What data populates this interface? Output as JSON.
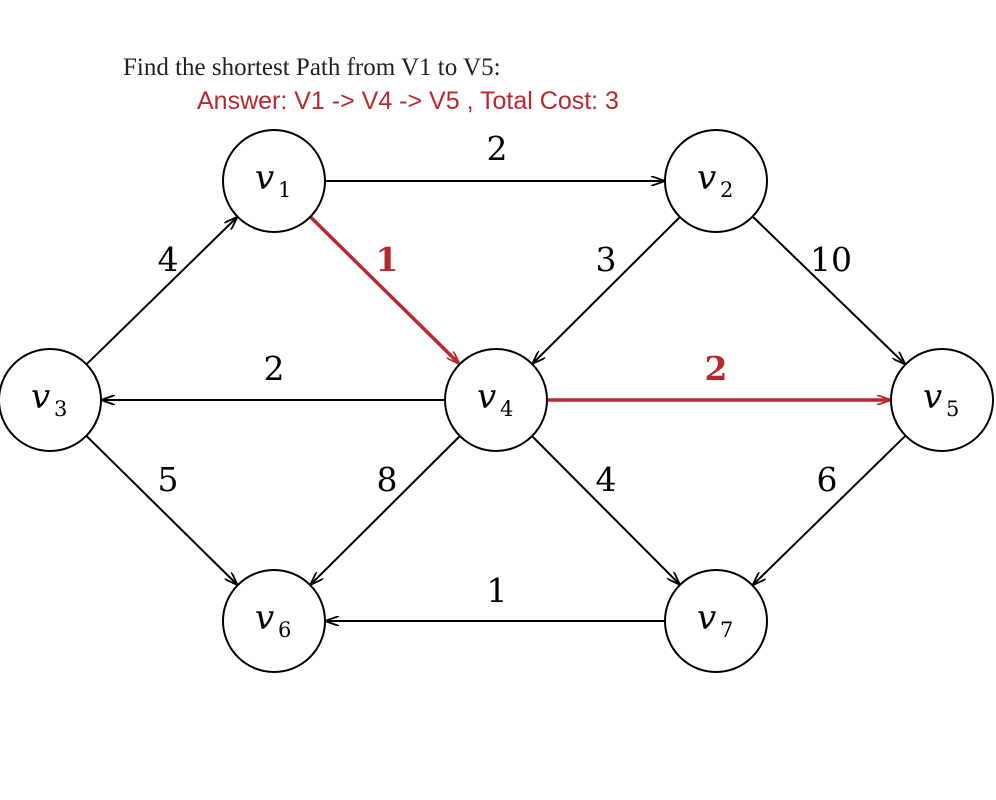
{
  "question": "Find the shortest Path from V1 to V5:",
  "answer": "Answer: V1 ->  V4  -> V5 , Total Cost: 3",
  "colors": {
    "edge": "#000000",
    "highlight": "#b8292f",
    "node_fill": "#ffffff"
  },
  "nodes": [
    {
      "id": "v1",
      "letter": "v",
      "sub": "1"
    },
    {
      "id": "v2",
      "letter": "v",
      "sub": "2"
    },
    {
      "id": "v3",
      "letter": "v",
      "sub": "3"
    },
    {
      "id": "v4",
      "letter": "v",
      "sub": "4"
    },
    {
      "id": "v5",
      "letter": "v",
      "sub": "5"
    },
    {
      "id": "v6",
      "letter": "v",
      "sub": "6"
    },
    {
      "id": "v7",
      "letter": "v",
      "sub": "7"
    }
  ],
  "edges": [
    {
      "from": "v1",
      "to": "v2",
      "weight": "2",
      "highlight": false
    },
    {
      "from": "v1",
      "to": "v4",
      "weight": "1",
      "highlight": true
    },
    {
      "from": "v3",
      "to": "v1",
      "weight": "4",
      "highlight": false
    },
    {
      "from": "v2",
      "to": "v4",
      "weight": "3",
      "highlight": false
    },
    {
      "from": "v2",
      "to": "v5",
      "weight": "10",
      "highlight": false
    },
    {
      "from": "v4",
      "to": "v3",
      "weight": "2",
      "highlight": false
    },
    {
      "from": "v4",
      "to": "v5",
      "weight": "2",
      "highlight": true
    },
    {
      "from": "v3",
      "to": "v6",
      "weight": "5",
      "highlight": false
    },
    {
      "from": "v4",
      "to": "v6",
      "weight": "8",
      "highlight": false
    },
    {
      "from": "v4",
      "to": "v7",
      "weight": "4",
      "highlight": false
    },
    {
      "from": "v5",
      "to": "v7",
      "weight": "6",
      "highlight": false
    },
    {
      "from": "v7",
      "to": "v6",
      "weight": "1",
      "highlight": false
    }
  ]
}
